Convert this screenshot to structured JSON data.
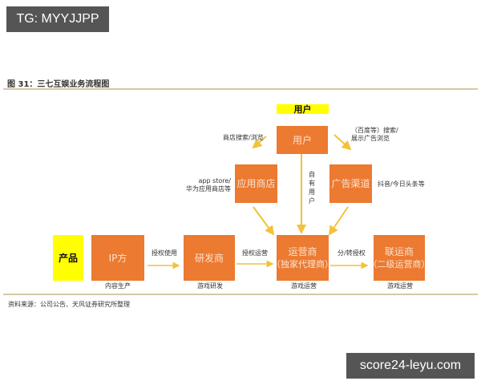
{
  "watermarks": {
    "top_left": "TG: MYYJJPP",
    "bottom_right": "score24-leyu.com"
  },
  "figure": {
    "title": "图 31：三七互娱业务流程图",
    "source": "资料来源：公司公告、天风证券研究所整理"
  },
  "diagram": {
    "header_user": "用户",
    "nodes": {
      "user": "用户",
      "app_store": "应用商店",
      "ad_channel": "广告渠道",
      "product": "产品",
      "ip": "IP方",
      "developer": "研发商",
      "operator_line1": "运营商",
      "operator_line2": "（独家代理商）",
      "co_operator_line1": "联运商",
      "co_operator_line2": "（二级运营商）"
    },
    "labels": {
      "store_search": "商店搜索/浏览",
      "ad_search_line1": "（百度等）搜索/",
      "ad_search_line2": "展示广告浏览",
      "app_store_desc_line1": "app store/",
      "app_store_desc_line2": "华为应用商店等",
      "ad_channel_desc": "抖音/今日头条等",
      "own_users": "自有用户",
      "authorize_use": "授权使用",
      "authorize_operate": "授权运营",
      "sub_license": "分/转授权",
      "ip_caption": "内容生产",
      "developer_caption": "游戏研发",
      "operator_caption": "游戏运营",
      "co_operator_caption": "游戏运营"
    }
  },
  "colors": {
    "orange": "#ec7a31",
    "yellow": "#ffff00",
    "arrow": "#f2c23a",
    "rule": "#d8c7a6"
  }
}
